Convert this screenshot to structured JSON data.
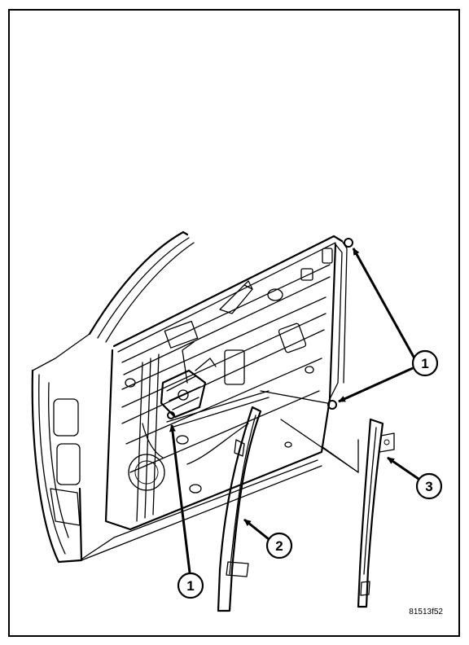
{
  "callouts": {
    "c1_top": "1",
    "c1_bottom": "1",
    "c2": "2",
    "c3": "3"
  },
  "figure_id": "81513f52"
}
